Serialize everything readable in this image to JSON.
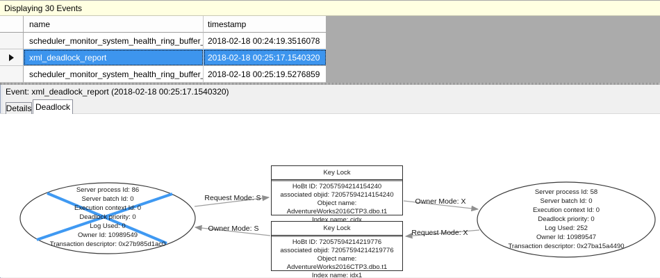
{
  "info_bar": {
    "text": "Displaying 30 Events"
  },
  "grid": {
    "columns": {
      "name": "name",
      "timestamp": "timestamp"
    },
    "rows": [
      {
        "name": "scheduler_monitor_system_health_ring_buffer_recorded",
        "timestamp": "2018-02-18 00:24:19.3516078",
        "selected": false
      },
      {
        "name": "xml_deadlock_report",
        "timestamp": "2018-02-18 00:25:17.1540320",
        "selected": true
      },
      {
        "name": "scheduler_monitor_system_health_ring_buffer_recorded",
        "timestamp": "2018-02-18 00:25:19.5276859",
        "selected": false
      }
    ]
  },
  "event_line": {
    "text": "Event: xml_deadlock_report (2018-02-18 00:25:17.1540320)"
  },
  "tabs": {
    "details": "Details",
    "deadlock": "Deadlock"
  },
  "colors": {
    "selection_blue": "#3d95ee",
    "victim_cross_blue": "#3f99f2",
    "grid_filler_gray": "#ababab",
    "info_bar_yellow": "#ffffe1",
    "edge_gray": "#9e9e9e"
  },
  "graph": {
    "process1": {
      "lines": [
        "Server process Id: 86",
        "Server batch Id: 0",
        "Execution context Id: 0",
        "Deadlock priority: 0",
        "Log Used: 0",
        "Owner Id: 10989549",
        "Transaction descriptor: 0x27b985d1ac0"
      ],
      "victim": true
    },
    "process2": {
      "lines": [
        "Server process Id: 58",
        "Server batch Id: 0",
        "Execution context Id: 0",
        "Deadlock priority: 0",
        "Log Used: 252",
        "Owner Id: 10989547",
        "Transaction descriptor: 0x27ba15a4490"
      ],
      "victim": false
    },
    "lock1": {
      "title": "Key Lock",
      "lines": [
        "HoBt ID: 72057594214154240",
        "associated objid: 72057594214154240",
        "Object name: AdventureWorks2016CTP3.dbo.t1",
        "Index name: cidx"
      ]
    },
    "lock2": {
      "title": "Key Lock",
      "lines": [
        "HoBt ID: 72057594214219776",
        "associated objid: 72057594214219776",
        "Object name: AdventureWorks2016CTP3.dbo.t1",
        "Index name: idx1"
      ]
    },
    "edges": [
      {
        "label": "Request Mode: S"
      },
      {
        "label": "Owner Mode: S"
      },
      {
        "label": "Owner Mode: X"
      },
      {
        "label": "Request Mode: X"
      }
    ]
  }
}
